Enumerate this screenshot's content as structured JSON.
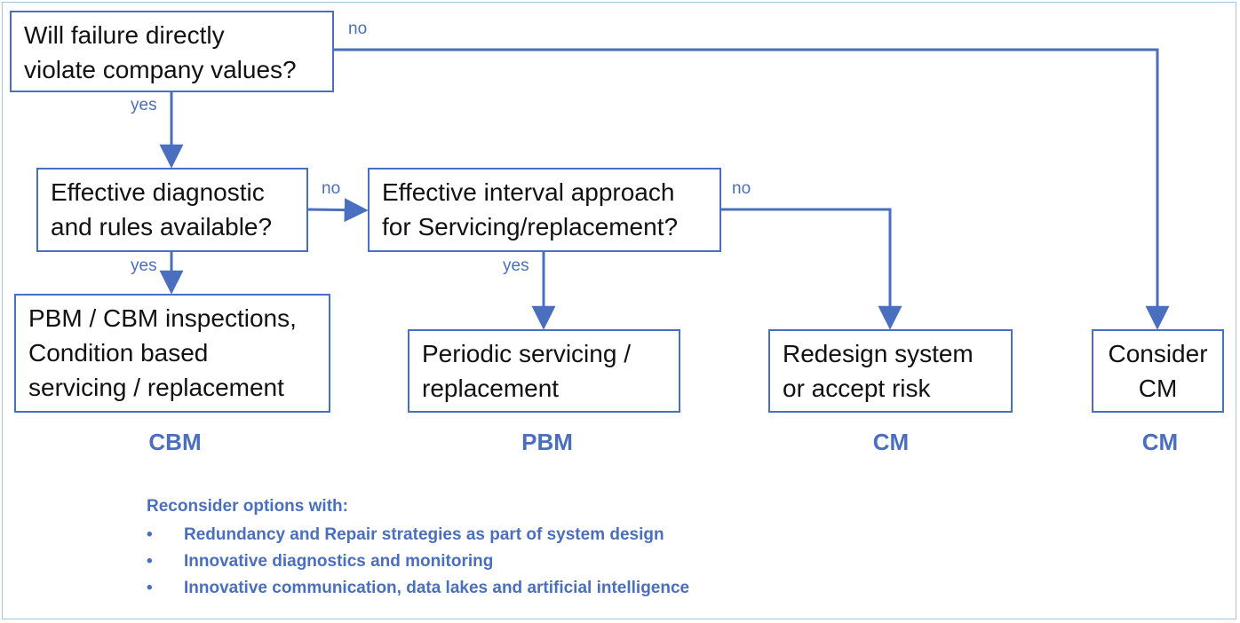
{
  "nodes": {
    "q_values": "Will failure directly\nviolate company values?",
    "q_diagnostic": "Effective diagnostic\nand rules available?",
    "q_interval": "Effective interval approach\nfor Servicing/replacement?",
    "a_cbm": "PBM / CBM inspections,\nCondition based\nservicing / replacement",
    "a_pbm": "Periodic servicing /\nreplacement",
    "a_redesign": "Redesign system\nor accept risk",
    "a_consider": "Consider\nCM"
  },
  "edges": {
    "values_no": "no",
    "values_yes": "yes",
    "diagnostic_no": "no",
    "diagnostic_yes": "yes",
    "interval_no": "no",
    "interval_yes": "yes"
  },
  "categories": {
    "cbm": "CBM",
    "pbm": "PBM",
    "cm_redesign": "CM",
    "cm_consider": "CM"
  },
  "notes": {
    "heading": "Reconsider options with:",
    "bullet": "•",
    "items": [
      "Redundancy and Repair strategies as part of system design",
      "Innovative diagnostics and monitoring",
      "Innovative communication, data lakes and artificial  intelligence"
    ]
  },
  "colors": {
    "accent": "#4a6fbf",
    "frame": "#a9c4d8",
    "text": "#111111"
  }
}
